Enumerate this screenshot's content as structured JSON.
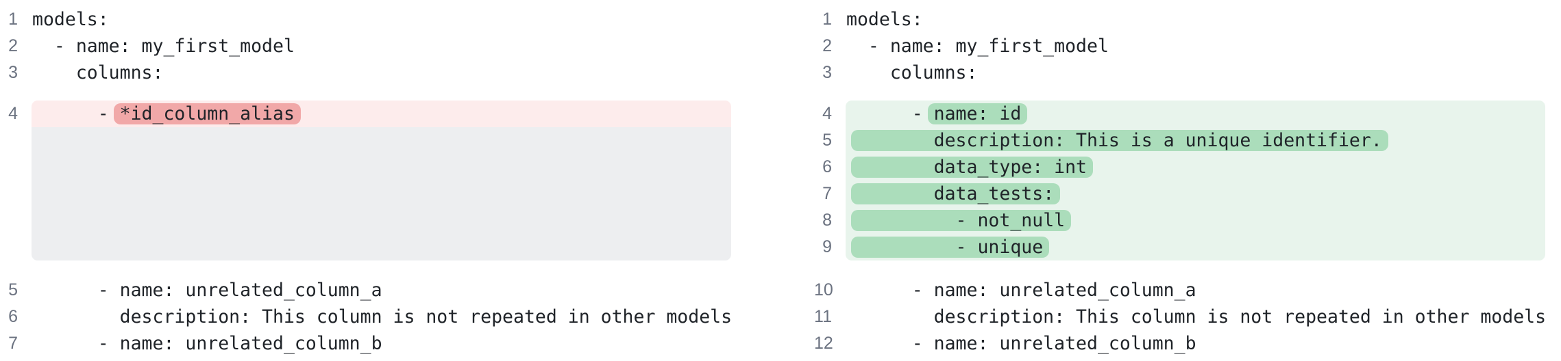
{
  "view": {
    "type": "side-by-side-diff",
    "language": "yaml"
  },
  "colors": {
    "text": "#1f2328",
    "line_number": "#6b7280",
    "background": "#ffffff",
    "removed_row_bg": "#fdecec",
    "removed_highlight": "#f1a8a8",
    "collapsed_filler": "#edeef0",
    "added_row_bg": "#e8f4ec",
    "added_highlight": "#abddbb"
  },
  "panels": [
    {
      "side": "left",
      "pre_lines": [
        {
          "num": "1",
          "text": "models:"
        },
        {
          "num": "2",
          "text": "  - name: my_first_model"
        },
        {
          "num": "3",
          "text": "    columns:"
        }
      ],
      "block": {
        "kind": "removed",
        "rows": [
          {
            "num": "4",
            "text": "      - *id_column_alias",
            "hl_from": 8
          }
        ],
        "filler": true
      },
      "post_lines": [
        {
          "num": "5",
          "text": "      - name: unrelated_column_a"
        },
        {
          "num": "6",
          "text": "        description: This column is not repeated in other models"
        },
        {
          "num": "7",
          "text": "      - name: unrelated_column_b"
        }
      ]
    },
    {
      "side": "right",
      "pre_lines": [
        {
          "num": "1",
          "text": "models:"
        },
        {
          "num": "2",
          "text": "  - name: my_first_model"
        },
        {
          "num": "3",
          "text": "    columns:"
        }
      ],
      "block": {
        "kind": "added",
        "rows": [
          {
            "num": "4",
            "text": "      - name: id",
            "hl_from": 8
          },
          {
            "num": "5",
            "text": "        description: This is a unique identifier.",
            "hl_from": 1
          },
          {
            "num": "6",
            "text": "        data_type: int",
            "hl_from": 1
          },
          {
            "num": "7",
            "text": "        data_tests:",
            "hl_from": 1
          },
          {
            "num": "8",
            "text": "          - not_null",
            "hl_from": 1
          },
          {
            "num": "9",
            "text": "          - unique",
            "hl_from": 1
          }
        ],
        "filler": false
      },
      "post_lines": [
        {
          "num": "10",
          "text": "      - name: unrelated_column_a"
        },
        {
          "num": "11",
          "text": "        description: This column is not repeated in other models"
        },
        {
          "num": "12",
          "text": "      - name: unrelated_column_b"
        }
      ]
    }
  ]
}
